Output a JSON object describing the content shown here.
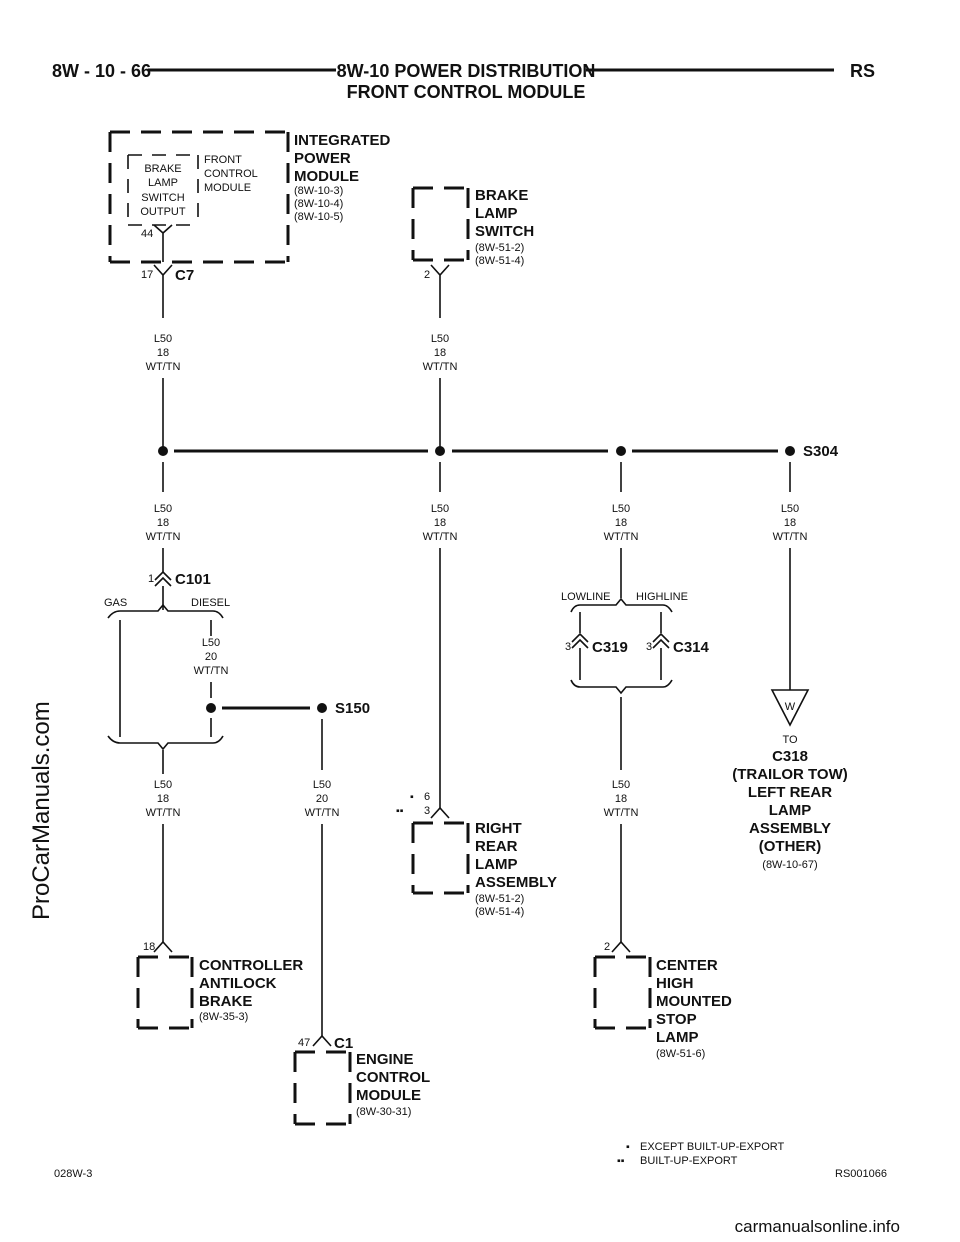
{
  "header": {
    "page_code": "8W - 10 - 66",
    "title_line1": "8W-10 POWER DISTRIBUTION",
    "title_line2": "FRONT CONTROL MODULE",
    "model": "RS"
  },
  "modules": {
    "ipm": {
      "l1": "INTEGRATED",
      "l2": "POWER",
      "l3": "MODULE",
      "r1": "(8W-10-3)",
      "r2": "(8W-10-4)",
      "r3": "(8W-10-5)",
      "connector": "C7",
      "pin": "17"
    },
    "fcm": {
      "l1": "FRONT",
      "l2": "CONTROL",
      "l3": "MODULE",
      "pin": "44"
    },
    "bls_output": {
      "l1": "BRAKE",
      "l2": "LAMP",
      "l3": "SWITCH",
      "l4": "OUTPUT"
    },
    "bls": {
      "l1": "BRAKE",
      "l2": "LAMP",
      "l3": "SWITCH",
      "r1": "(8W-51-2)",
      "r2": "(8W-51-4)",
      "pin": "2"
    },
    "rrla": {
      "l1": "RIGHT",
      "l2": "REAR",
      "l3": "LAMP",
      "l4": "ASSEMBLY",
      "r1": "(8W-51-2)",
      "r2": "(8W-51-4)",
      "pin_a": "6",
      "pin_b": "3"
    },
    "cab": {
      "l1": "CONTROLLER",
      "l2": "ANTILOCK",
      "l3": "BRAKE",
      "r1": "(8W-35-3)",
      "pin": "18"
    },
    "ecm": {
      "l1": "ENGINE",
      "l2": "CONTROL",
      "l3": "MODULE",
      "r1": "(8W-30-31)",
      "pin": "47",
      "connector": "C1"
    },
    "chmsl": {
      "l1": "CENTER",
      "l2": "HIGH",
      "l3": "MOUNTED",
      "l4": "STOP",
      "l5": "LAMP",
      "r1": "(8W-51-6)",
      "pin": "2"
    },
    "to": {
      "word": "TO",
      "l1": "C318",
      "l2": "(TRAILOR TOW)",
      "l3": "LEFT REAR",
      "l4": "LAMP",
      "l5": "ASSEMBLY",
      "l6": "(OTHER)",
      "r1": "(8W-10-67)",
      "symbol": "W"
    }
  },
  "wire": {
    "circuit": "L50",
    "gauge": "18",
    "gauge_small": "20",
    "color": "WT/TN"
  },
  "splices": {
    "s304": "S304",
    "s150": "S150"
  },
  "connectors": {
    "c101": "C101",
    "c101_pin": "1",
    "c319": "C319",
    "c319_pin": "3",
    "c314": "C314",
    "c314_pin": "3"
  },
  "options": {
    "gas": "GAS",
    "diesel": "DIESEL",
    "lowline": "LOWLINE",
    "highline": "HIGHLINE"
  },
  "legend": {
    "one": "EXCEPT BUILT-UP-EXPORT",
    "two": "BUILT-UP-EXPORT"
  },
  "footer": {
    "left": "028W-3",
    "right": "RS001066"
  },
  "watermarks": {
    "side": "ProCarManuals.com",
    "bottom": "carmanualsonline.info"
  }
}
